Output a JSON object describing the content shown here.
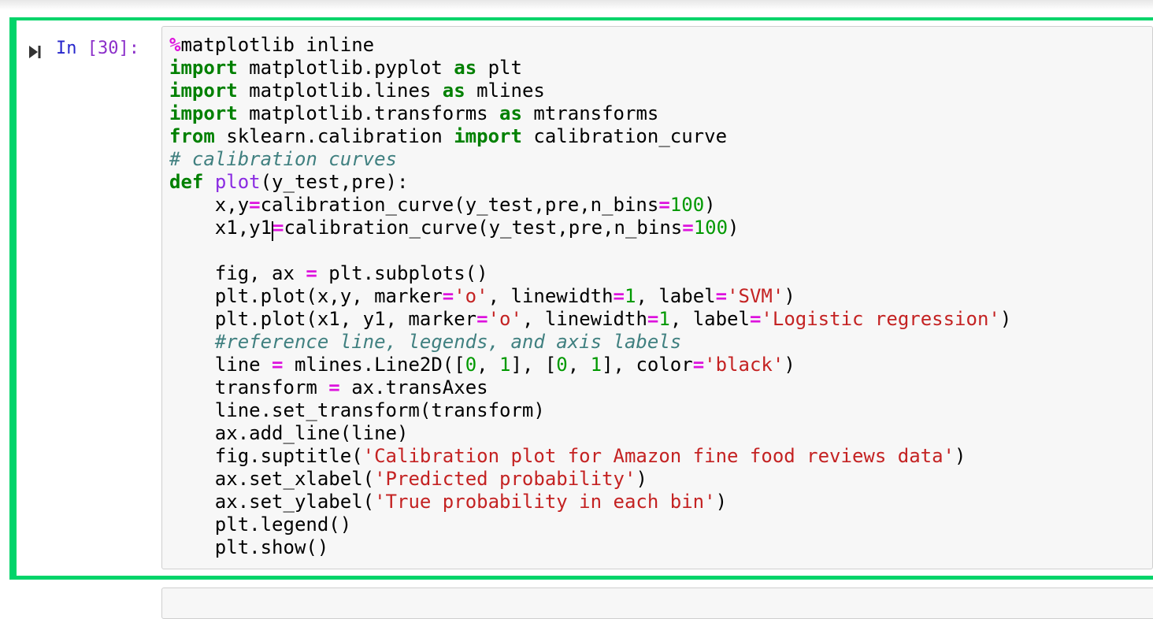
{
  "colors": {
    "green": "#02d46a",
    "editor_bg": "#f7f7f7",
    "editor_border": "#cfcfcf",
    "keyword": "#008000",
    "defname": "#8a2be2",
    "operator": "#dd13dd",
    "number": "#009900",
    "string": "#c42222",
    "comment": "#408080",
    "prompt_in": "#2727cc",
    "prompt_bracket": "#8b2fc9",
    "icon": "#333333"
  },
  "cell": {
    "prompt_in": "In ",
    "prompt_bracket": "[30]:",
    "execution_count": "30",
    "icon": "step-forward-icon"
  },
  "code": {
    "lines": [
      [
        [
          "o",
          "%"
        ],
        [
          "t",
          "matplotlib inline"
        ]
      ],
      [
        [
          "k",
          "import"
        ],
        [
          "t",
          " matplotlib.pyplot "
        ],
        [
          "k",
          "as"
        ],
        [
          "t",
          " plt"
        ]
      ],
      [
        [
          "k",
          "import"
        ],
        [
          "t",
          " matplotlib.lines "
        ],
        [
          "k",
          "as"
        ],
        [
          "t",
          " mlines"
        ]
      ],
      [
        [
          "k",
          "import"
        ],
        [
          "t",
          " matplotlib.transforms "
        ],
        [
          "k",
          "as"
        ],
        [
          "t",
          " mtransforms"
        ]
      ],
      [
        [
          "k",
          "from"
        ],
        [
          "t",
          " sklearn.calibration "
        ],
        [
          "k",
          "import"
        ],
        [
          "t",
          " calibration_curve"
        ]
      ],
      [
        [
          "c",
          "# calibration curves"
        ]
      ],
      [
        [
          "k",
          "def"
        ],
        [
          "t",
          " "
        ],
        [
          "d",
          "plot"
        ],
        [
          "t",
          "(y_test,pre):"
        ]
      ],
      [
        [
          "t",
          "    x,y"
        ],
        [
          "o",
          "="
        ],
        [
          "t",
          "calibration_curve(y_test,pre,n_bins"
        ],
        [
          "o",
          "="
        ],
        [
          "n",
          "100"
        ],
        [
          "t",
          ")"
        ]
      ],
      [
        [
          "t",
          "    x1,y1"
        ],
        [
          "cursor",
          ""
        ],
        [
          "o",
          "="
        ],
        [
          "t",
          "calibration_curve(y_test,pre,n_bins"
        ],
        [
          "o",
          "="
        ],
        [
          "n",
          "100"
        ],
        [
          "t",
          ")"
        ]
      ],
      [],
      [
        [
          "t",
          "    fig, ax "
        ],
        [
          "o",
          "="
        ],
        [
          "t",
          " plt.subplots()"
        ]
      ],
      [
        [
          "t",
          "    plt.plot(x,y, marker"
        ],
        [
          "o",
          "="
        ],
        [
          "s",
          "'o'"
        ],
        [
          "t",
          ", linewidth"
        ],
        [
          "o",
          "="
        ],
        [
          "n",
          "1"
        ],
        [
          "t",
          ", label"
        ],
        [
          "o",
          "="
        ],
        [
          "s",
          "'SVM'"
        ],
        [
          "t",
          ")"
        ]
      ],
      [
        [
          "t",
          "    plt.plot(x1, y1, marker"
        ],
        [
          "o",
          "="
        ],
        [
          "s",
          "'o'"
        ],
        [
          "t",
          ", linewidth"
        ],
        [
          "o",
          "="
        ],
        [
          "n",
          "1"
        ],
        [
          "t",
          ", label"
        ],
        [
          "o",
          "="
        ],
        [
          "s",
          "'Logistic regression'"
        ],
        [
          "t",
          ")"
        ]
      ],
      [
        [
          "c",
          "    #reference line, legends, and axis labels"
        ]
      ],
      [
        [
          "t",
          "    line "
        ],
        [
          "o",
          "="
        ],
        [
          "t",
          " mlines.Line2D(["
        ],
        [
          "n",
          "0"
        ],
        [
          "t",
          ", "
        ],
        [
          "n",
          "1"
        ],
        [
          "t",
          "], ["
        ],
        [
          "n",
          "0"
        ],
        [
          "t",
          ", "
        ],
        [
          "n",
          "1"
        ],
        [
          "t",
          "], color"
        ],
        [
          "o",
          "="
        ],
        [
          "s",
          "'black'"
        ],
        [
          "t",
          ")"
        ]
      ],
      [
        [
          "t",
          "    transform "
        ],
        [
          "o",
          "="
        ],
        [
          "t",
          " ax.transAxes"
        ]
      ],
      [
        [
          "t",
          "    line.set_transform(transform)"
        ]
      ],
      [
        [
          "t",
          "    ax.add_line(line)"
        ]
      ],
      [
        [
          "t",
          "    fig.suptitle("
        ],
        [
          "s",
          "'Calibration plot for Amazon fine food reviews data'"
        ],
        [
          "t",
          ")"
        ]
      ],
      [
        [
          "t",
          "    ax.set_xlabel("
        ],
        [
          "s",
          "'Predicted probability'"
        ],
        [
          "t",
          ")"
        ]
      ],
      [
        [
          "t",
          "    ax.set_ylabel("
        ],
        [
          "s",
          "'True probability in each bin'"
        ],
        [
          "t",
          ")"
        ]
      ],
      [
        [
          "t",
          "    plt.legend()"
        ]
      ],
      [
        [
          "t",
          "    plt.show()"
        ]
      ]
    ]
  }
}
